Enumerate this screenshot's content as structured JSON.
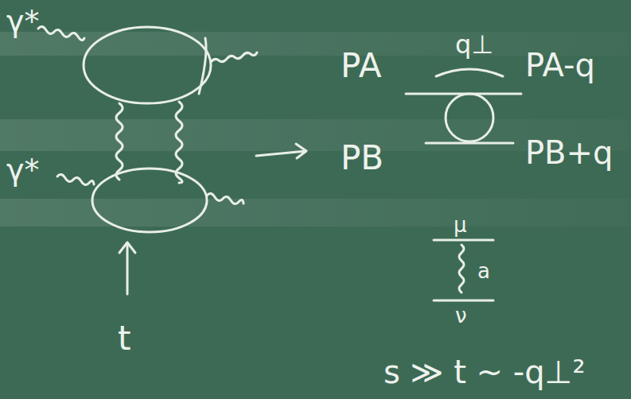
{
  "diagram": {
    "labels": [
      "γ*",
      "γ*",
      "t",
      "PA",
      "PB",
      "q⊥",
      "PA-q",
      "PB+q",
      "μ",
      "a",
      "ν",
      "s ≫ t ~ -q⊥²"
    ]
  }
}
